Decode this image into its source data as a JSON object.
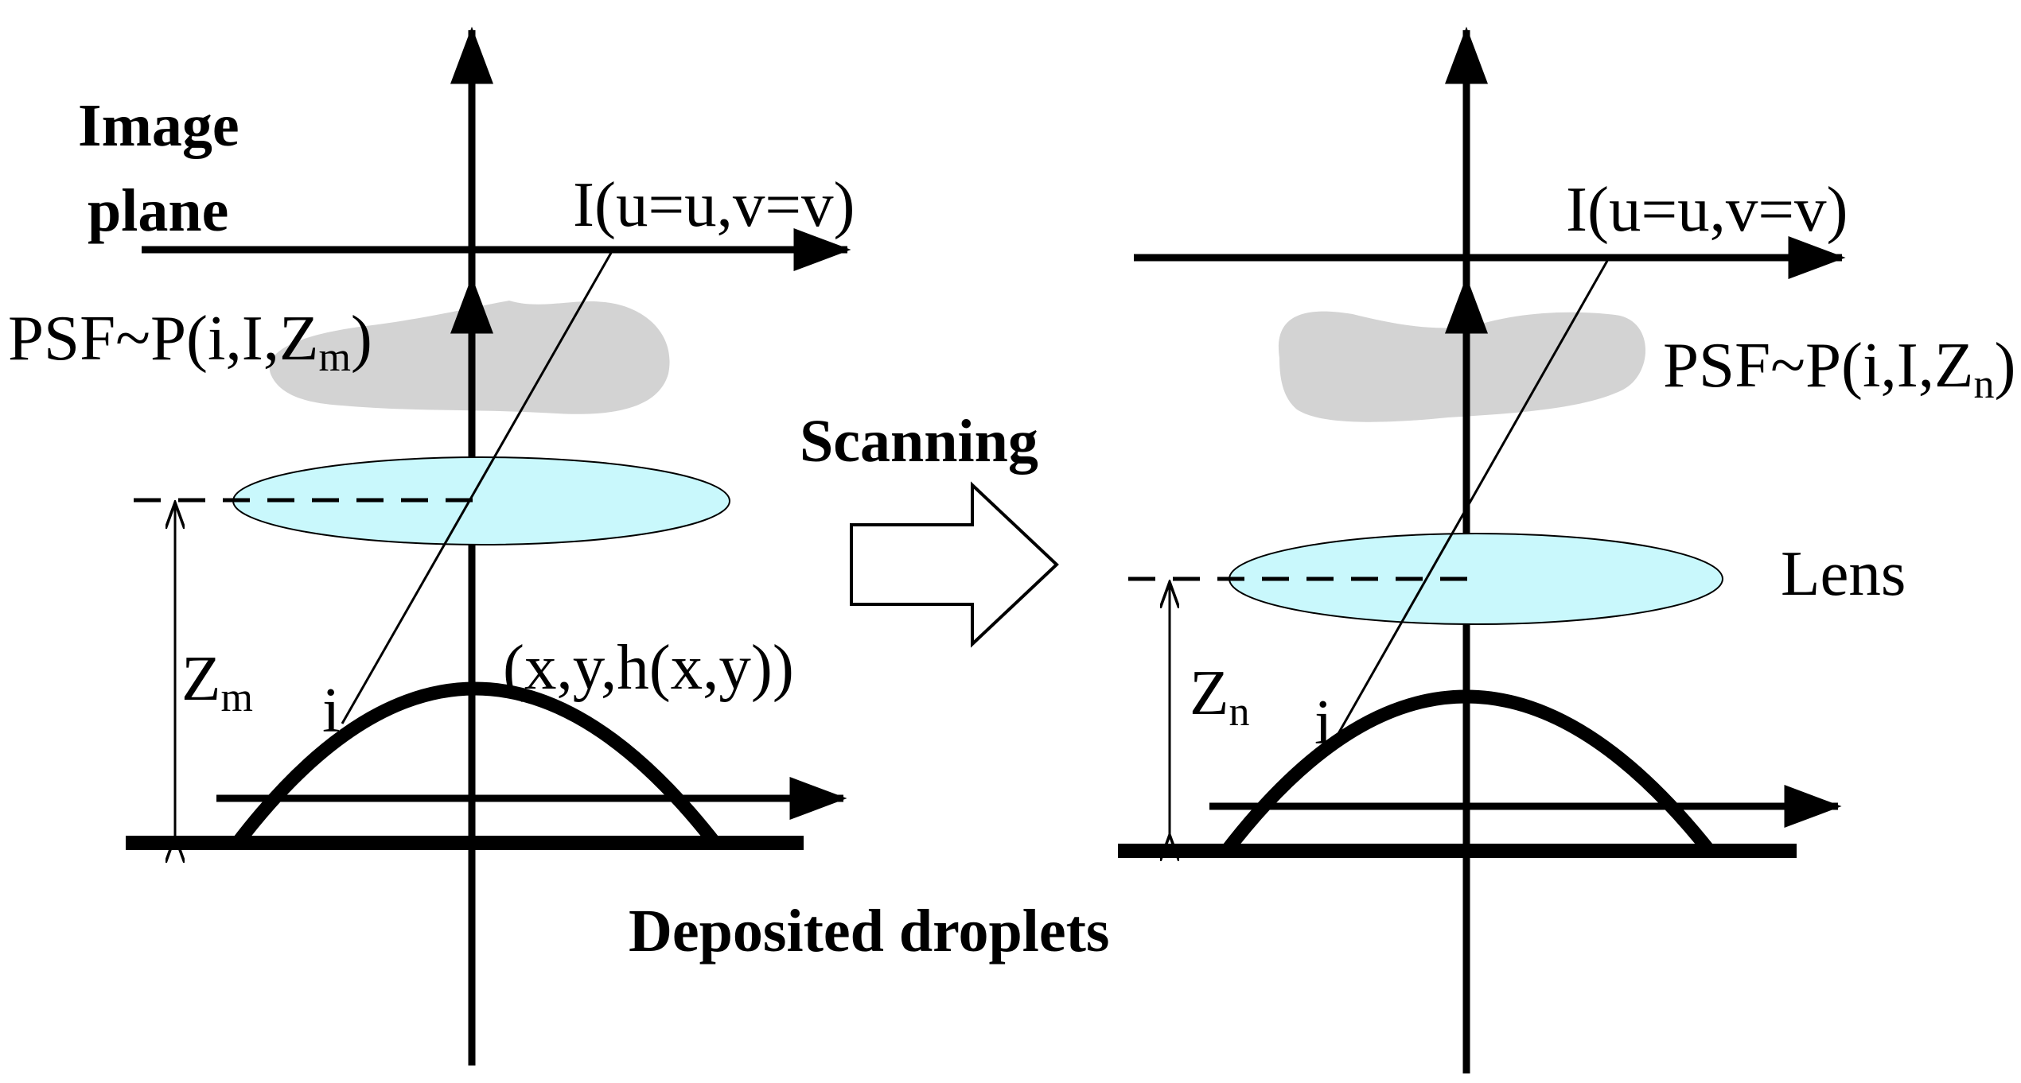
{
  "colors": {
    "lens_fill": "#c9f8fc",
    "psf_fill": "#d3d3d3",
    "ink": "#000000"
  },
  "labels": {
    "image_plane_line1": "Image",
    "image_plane_line2": "plane",
    "image_point_left": "I(u=u,v=v)",
    "image_point_right": "I(u=u,v=v)",
    "psf_left_prefix": "PSF~P(i,I,Z",
    "psf_left_sub": "m",
    "psf_left_suffix": ")",
    "psf_right_prefix": "PSF~P(i,I,Z",
    "psf_right_sub": "n",
    "psf_right_suffix": ")",
    "scanning": "Scanning",
    "lens": "Lens",
    "surface_point": "(x,y,h(x,y))",
    "z_left": "Z",
    "z_left_sub": "m",
    "z_right": "Z",
    "z_right_sub": "n",
    "object_point_left": "i",
    "object_point_right": "i",
    "deposited_droplets": "Deposited droplets"
  }
}
